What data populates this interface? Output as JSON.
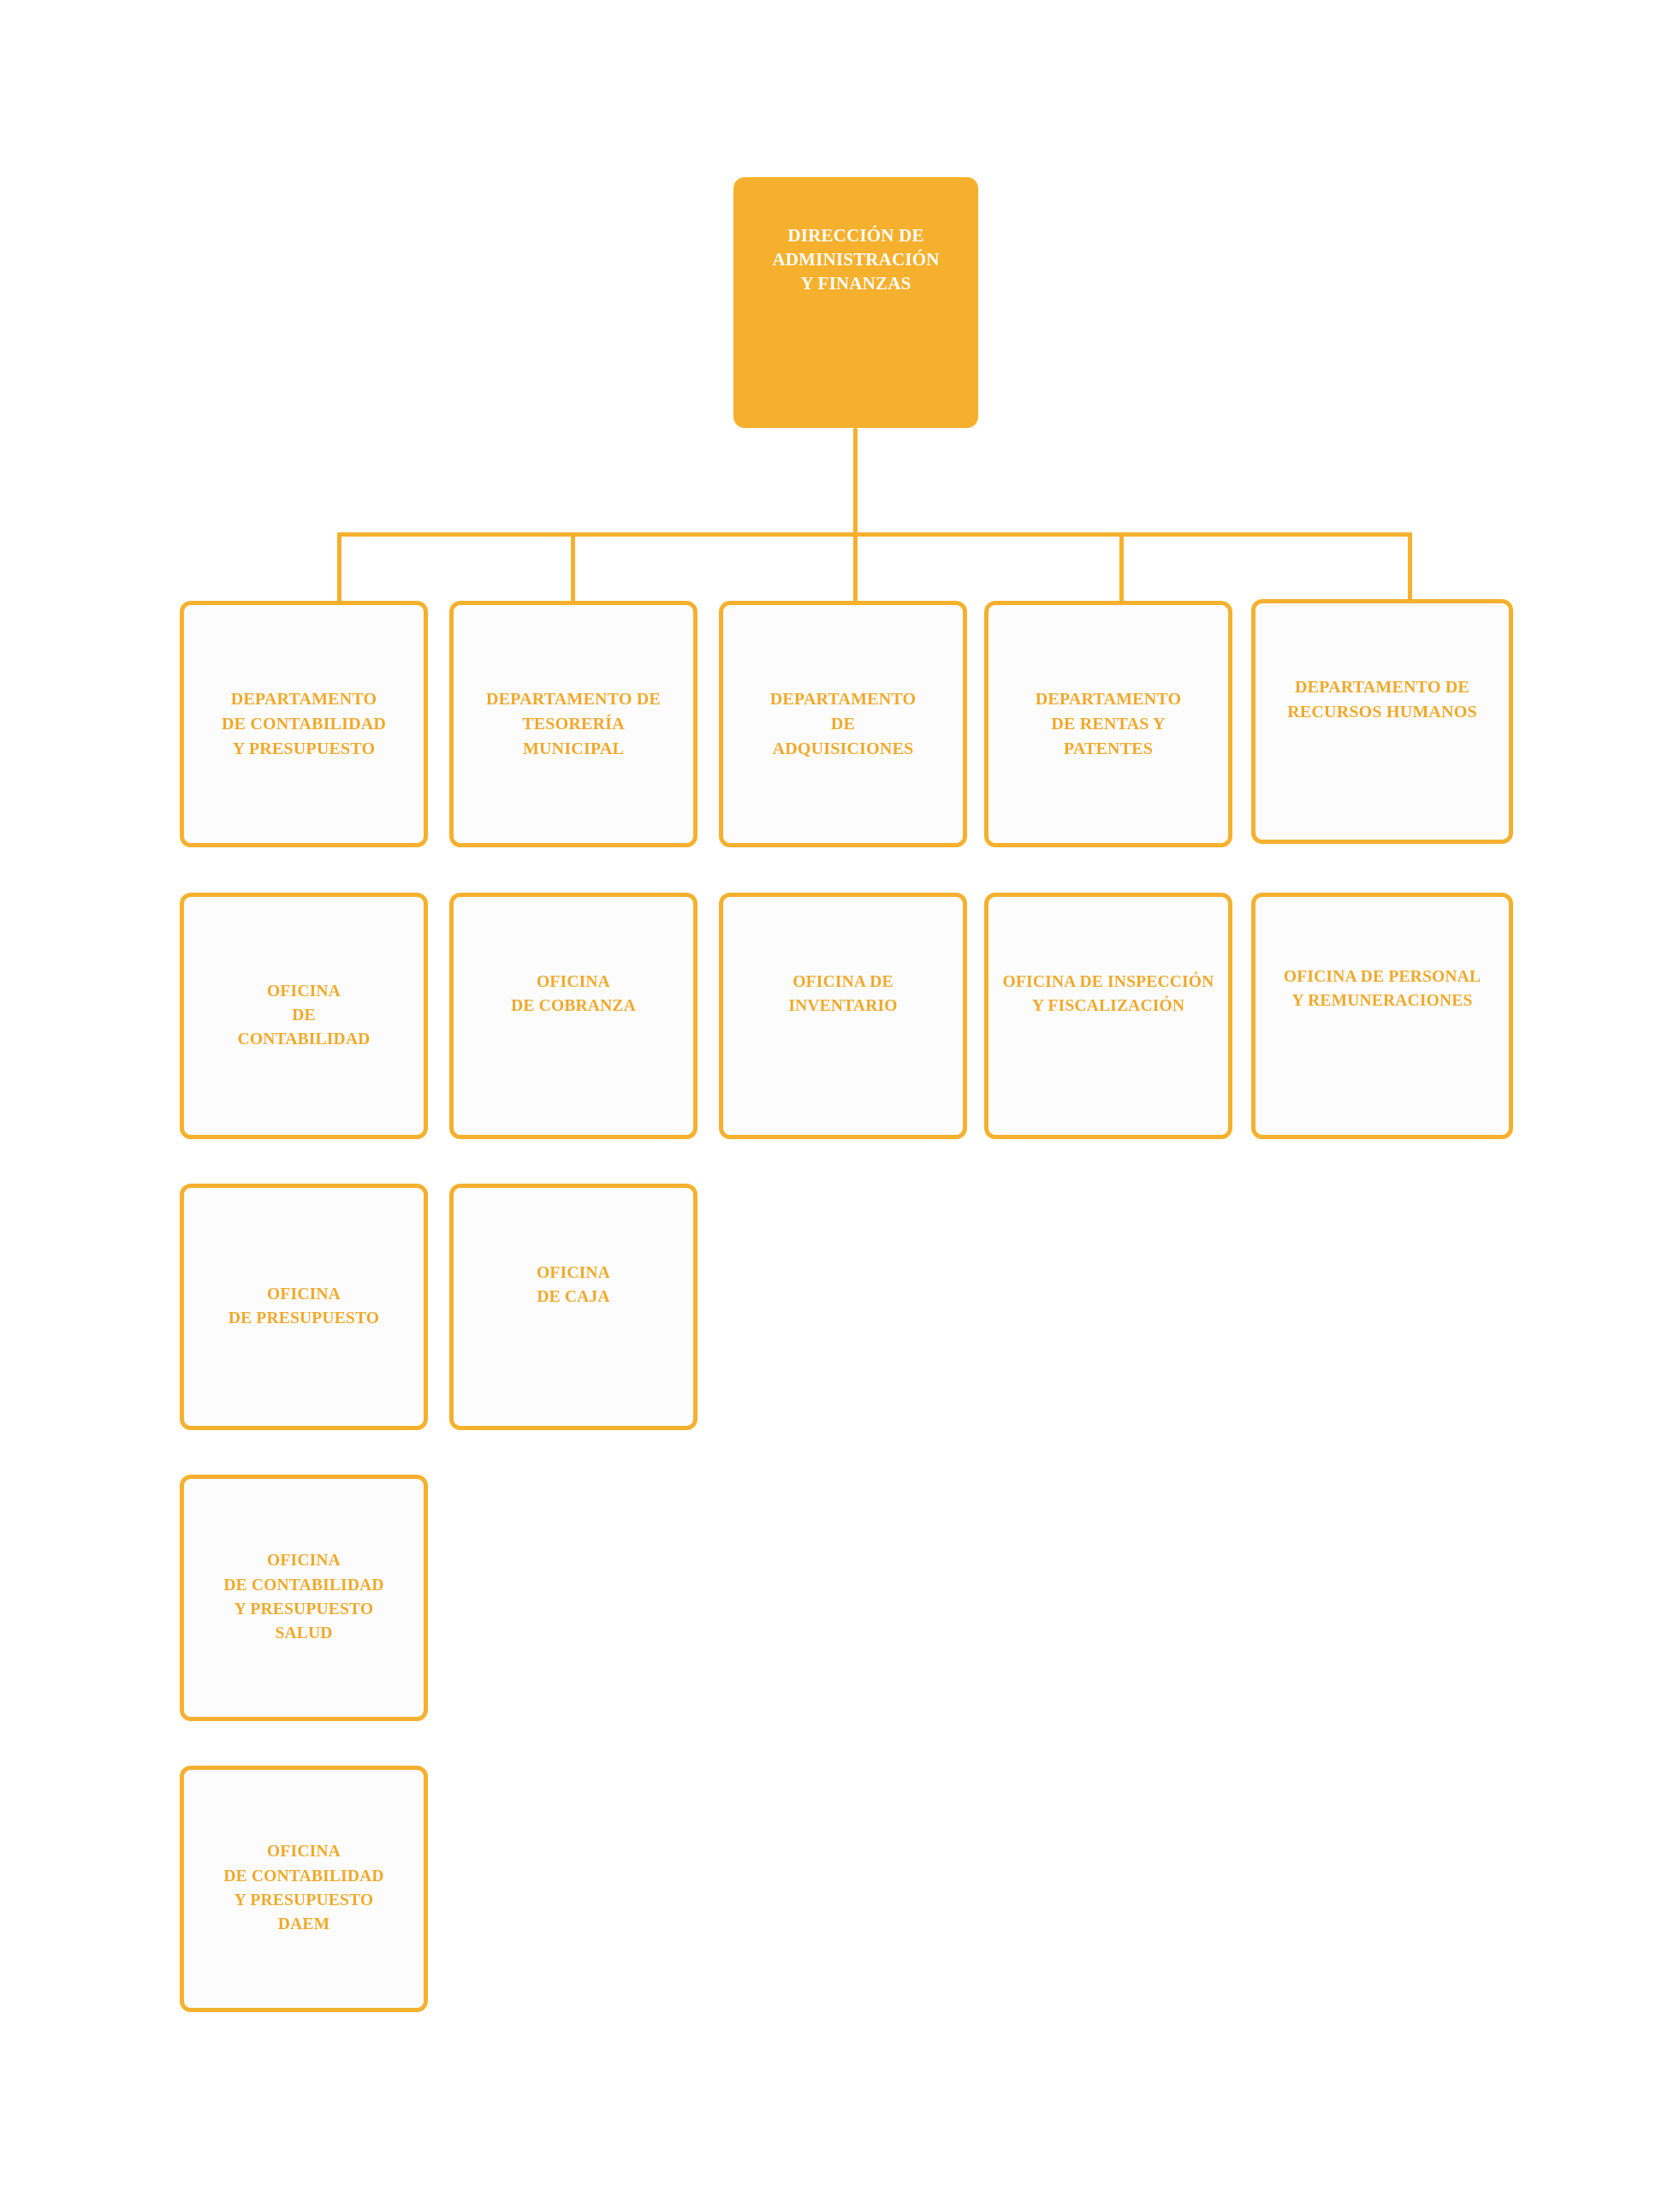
{
  "chart_data": {
    "type": "diagram",
    "diagram_type": "organizational-chart",
    "title": "DIRECCIÓN DE ADMINISTRACIÓN Y FINANZAS",
    "colors": {
      "accent": "#F5B02E",
      "node_fill_root": "#F5B02E",
      "node_text_root": "#FFFFFF",
      "node_fill_branch": "#FCFCFD",
      "node_border": "#F5B02E",
      "node_text_branch": "#F0A92B",
      "page_background": "#FFFFFF"
    },
    "levels": [
      "Dirección",
      "Departamentos",
      "Oficinas",
      "Oficinas nivel 2",
      "Oficinas nivel 3",
      "Oficinas nivel 4"
    ],
    "nodes": [
      {
        "id": "root",
        "label": "DIRECCIÓN DE\nADMINISTRACIÓN\nY FINANZAS",
        "level": 0,
        "parent": null
      },
      {
        "id": "dep1",
        "label": "DEPARTAMENTO\nDE CONTABILIDAD\nY PRESUPUESTO",
        "level": 1,
        "parent": "root"
      },
      {
        "id": "dep2",
        "label": "DEPARTAMENTO DE\nTESORERÍA\nMUNICIPAL",
        "level": 1,
        "parent": "root"
      },
      {
        "id": "dep3",
        "label": "DEPARTAMENTO\nDE\nADQUISICIONES",
        "level": 1,
        "parent": "root"
      },
      {
        "id": "dep4",
        "label": "DEPARTAMENTO\nDE RENTAS Y\nPATENTES",
        "level": 1,
        "parent": "root"
      },
      {
        "id": "dep5",
        "label": "DEPARTAMENTO DE\nRECURSOS HUMANOS",
        "level": 1,
        "parent": "root"
      },
      {
        "id": "ofi1",
        "label": "OFICINA\nDE\nCONTABILIDAD",
        "level": 2,
        "parent": "dep1"
      },
      {
        "id": "ofi2",
        "label": "OFICINA\nDE COBRANZA",
        "level": 2,
        "parent": "dep2"
      },
      {
        "id": "ofi3",
        "label": "OFICINA DE\nINVENTARIO",
        "level": 2,
        "parent": "dep3"
      },
      {
        "id": "ofi4",
        "label": "OFICINA DE INSPECCIÓN\nY FISCALIZACIÓN",
        "level": 2,
        "parent": "dep4"
      },
      {
        "id": "ofi5",
        "label": "OFICINA DE PERSONAL\nY REMUNERACIONES",
        "level": 2,
        "parent": "dep5"
      },
      {
        "id": "ofi6",
        "label": "OFICINA\nDE PRESUPUESTO",
        "level": 3,
        "parent": "dep1"
      },
      {
        "id": "ofi7",
        "label": "OFICINA\nDE CAJA",
        "level": 3,
        "parent": "dep2"
      },
      {
        "id": "ofi8",
        "label": "OFICINA\nDE CONTABILIDAD\nY PRESUPUESTO\nSALUD",
        "level": 4,
        "parent": "dep1"
      },
      {
        "id": "ofi9",
        "label": "OFICINA\nDE CONTABILIDAD\nY PRESUPUESTO\nDAEM",
        "level": 5,
        "parent": "dep1"
      }
    ]
  },
  "chart": {
    "root": {
      "label": "DIRECCIÓN DE\nADMINISTRACIÓN\nY FINANZAS"
    },
    "departments": [
      {
        "label": "DEPARTAMENTO\nDE CONTABILIDAD\nY PRESUPUESTO"
      },
      {
        "label": "DEPARTAMENTO DE\nTESORERÍA\nMUNICIPAL"
      },
      {
        "label": "DEPARTAMENTO\nDE\nADQUISICIONES"
      },
      {
        "label": "DEPARTAMENTO\nDE RENTAS Y\nPATENTES"
      },
      {
        "label": "DEPARTAMENTO DE\nRECURSOS HUMANOS"
      }
    ],
    "offices_row1": [
      {
        "label": "OFICINA\nDE\nCONTABILIDAD"
      },
      {
        "label": "OFICINA\nDE COBRANZA"
      },
      {
        "label": "OFICINA DE\nINVENTARIO"
      },
      {
        "label": "OFICINA DE INSPECCIÓN\nY FISCALIZACIÓN"
      },
      {
        "label": "OFICINA DE PERSONAL\nY REMUNERACIONES"
      }
    ],
    "offices_row2": [
      {
        "label": "OFICINA\nDE PRESUPUESTO"
      },
      {
        "label": "OFICINA\nDE CAJA"
      }
    ],
    "offices_row3": [
      {
        "label": "OFICINA\nDE CONTABILIDAD\nY PRESUPUESTO\nSALUD"
      }
    ],
    "offices_row4": [
      {
        "label": "OFICINA\nDE CONTABILIDAD\nY PRESUPUESTO\nDAEM"
      }
    ]
  }
}
